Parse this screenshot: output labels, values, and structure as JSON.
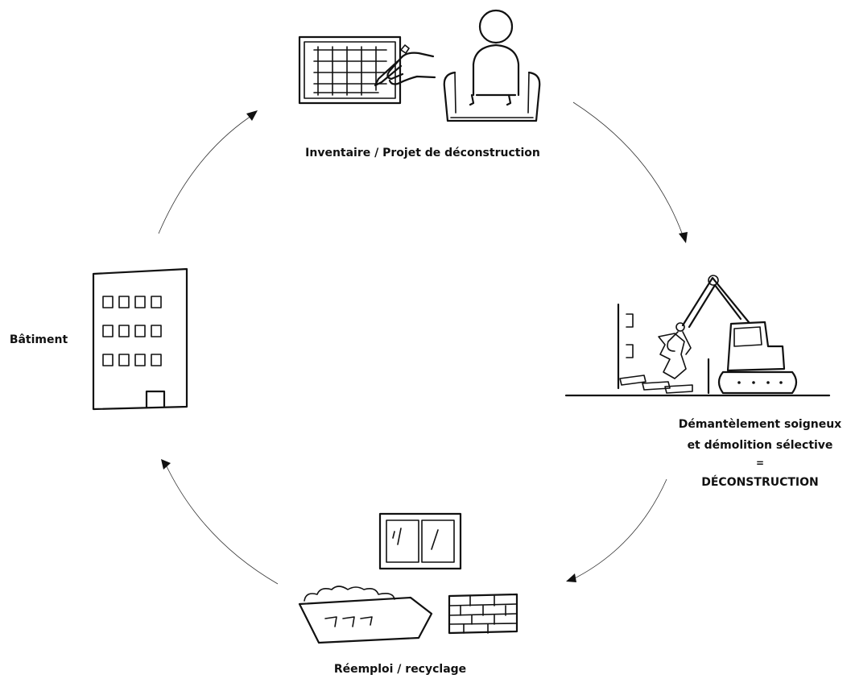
{
  "diagram": {
    "stages": {
      "inventory": {
        "label": "Inventaire / Projet de déconstruction",
        "icon": "inventory-planning-icon"
      },
      "deconstruction": {
        "label_line1": "Démantèlement soigneux",
        "label_line2": "et démolition sélective",
        "label_line3": "=",
        "label_line4": "DÉCONSTRUCTION",
        "icon": "excavator-demolition-icon"
      },
      "reuse": {
        "label": "Réemploi / recyclage",
        "icon": "reuse-recycling-icon"
      },
      "building": {
        "label": "Bâtiment",
        "icon": "building-icon"
      }
    },
    "flow": "clockwise cycle"
  }
}
